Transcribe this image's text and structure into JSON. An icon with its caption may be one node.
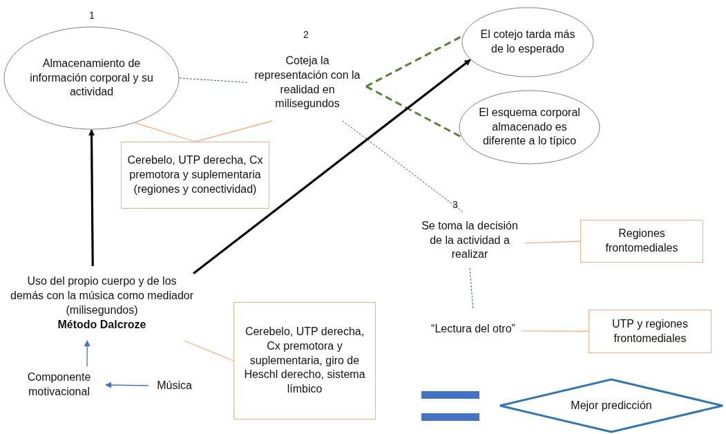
{
  "diagram": {
    "nodes": [
      {
        "text": [
          "Almacenamiento de información corporal y su actividad"
        ],
        "beside": [
          "1"
        ]
      },
      {
        "text": [
          "Coteja la representación con la realidad en milisegundos"
        ],
        "beside": [
          "2"
        ]
      },
      {
        "text": [
          "El cotejo tarda más de lo esperado"
        ]
      },
      {
        "text": [
          "El esquema corporal almacenado es diferente a lo típico"
        ]
      },
      {
        "text": [
          "Cerebelo, UTP derecha, Cx premotora y suplementaria (regiones y conectividad)"
        ]
      },
      {
        "text": [
          "Se toma la decisión de la actividad a realizar"
        ],
        "beside": [
          "3"
        ]
      },
      {
        "text": [
          "Regiones frontomediales"
        ]
      },
      {
        "text": [
          "Uso del propio cuerpo y de los demás con la música como mediador (milisegundos)",
          "Método Dalcroze"
        ]
      },
      {
        "text": [
          "Cerebelo, UTP derecha, Cx premotora y suplementaria, giro de Heschl derecho, sistema límbico"
        ]
      },
      {
        "text": [
          "“Lectura del otro”"
        ]
      },
      {
        "text": [
          "UTP y regiones frontomediales"
        ]
      },
      {
        "text": [
          "Componente motivacional"
        ]
      },
      {
        "text": [
          "Música"
        ]
      },
      {
        "text": [
          "Mejor predicción"
        ]
      }
    ],
    "edges": [
      {
        "from": 0,
        "to": 1,
        "arrow": "none",
        "style": "dashed",
        "color": "#44546a"
      },
      {
        "from": 1,
        "to": 2,
        "arrow": "none",
        "style": "dashed",
        "color": "#548235"
      },
      {
        "from": 1,
        "to": 3,
        "arrow": "none",
        "style": "dashed",
        "color": "#548235"
      },
      {
        "from": 1,
        "to": 5,
        "arrow": "none",
        "style": "dashed",
        "color": "#44546a"
      },
      {
        "from": 4,
        "to": 0,
        "arrow": "none"
      },
      {
        "from": 4,
        "to": 1,
        "arrow": "none"
      },
      {
        "from": 7,
        "to": 0,
        "arrow": "to",
        "style": "thick",
        "color": "#000000"
      },
      {
        "from": 7,
        "to": 2,
        "arrow": "to",
        "style": "thick",
        "color": "#000000"
      },
      {
        "from": 7,
        "to": 8,
        "arrow": "none"
      },
      {
        "from": 5,
        "to": 9,
        "arrow": "none",
        "style": "dashed",
        "color": "#44546a"
      },
      {
        "from": 5,
        "to": 6,
        "arrow": "none"
      },
      {
        "from": 9,
        "to": 10,
        "arrow": "none"
      },
      {
        "from": 11,
        "to": 7,
        "arrow": "to",
        "color": "#4472c4"
      },
      {
        "from": 12,
        "to": 11,
        "arrow": "to",
        "color": "#4472c4"
      }
    ]
  }
}
